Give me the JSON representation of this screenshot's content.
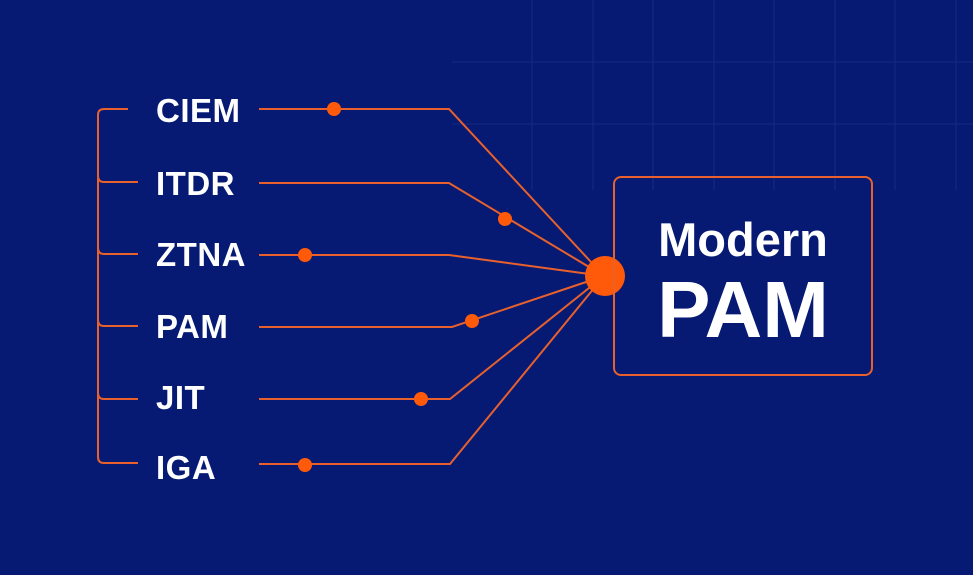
{
  "diagram": {
    "title_line1": "Modern",
    "title_line2": "PAM",
    "items": [
      {
        "label": "CIEM"
      },
      {
        "label": "ITDR"
      },
      {
        "label": "ZTNA"
      },
      {
        "label": "PAM"
      },
      {
        "label": "JIT"
      },
      {
        "label": "IGA"
      }
    ],
    "colors": {
      "background": "#061a74",
      "accent": "#e8602c",
      "node": "#ff5a0a",
      "text": "#ffffff"
    }
  }
}
